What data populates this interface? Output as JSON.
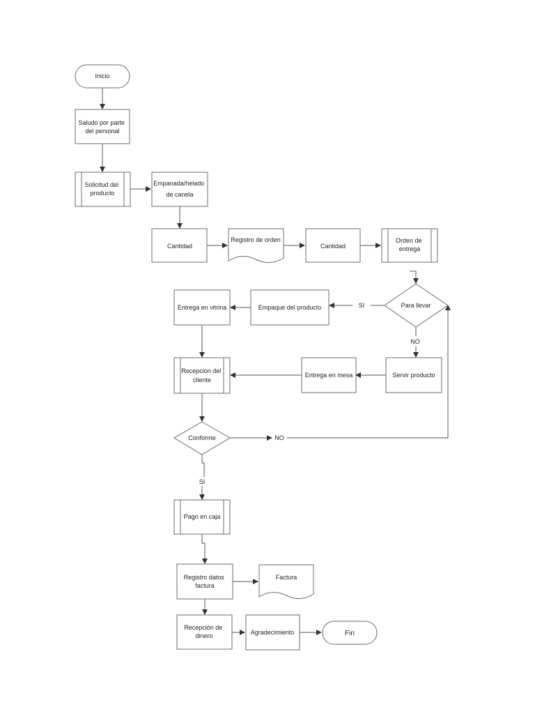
{
  "nodes": {
    "inicio": "Inicio",
    "saludo": [
      "Saludo por parte",
      "del personal"
    ],
    "solicitud": [
      "Solicitud del",
      "producto"
    ],
    "empanada": [
      "Empanada/helado",
      "de canela"
    ],
    "cantidad1": "Cantidad",
    "registro_orden": "Registro de orden",
    "cantidad2": "Cantidad",
    "orden_entrega": [
      "Orden de",
      "entrega"
    ],
    "para_llevar": "Para llevar",
    "empaque": "Empaque del producto",
    "entrega_vitrina": "Entrega en vitrina",
    "servir": "Servir producto",
    "entrega_mesa": "Entrega en mesa",
    "recepcion_cliente": [
      "Recepcion del",
      "cliente"
    ],
    "conforme": "Conforme",
    "pago": "Pago en caja",
    "registro_datos": [
      "Registro datos",
      "factura"
    ],
    "factura": "Factura",
    "recepcion_dinero": [
      "Recepción de",
      "dinero"
    ],
    "agradecimiento": "Agradecimiento",
    "fin": "Fin"
  },
  "edge_labels": {
    "si_llevar": "SI",
    "no_llevar": "NO",
    "no_conforme": "NO",
    "si_conforme": "SI"
  },
  "colors": {
    "stroke": "#6b6b6b",
    "text": "#222222",
    "background": "#ffffff"
  }
}
